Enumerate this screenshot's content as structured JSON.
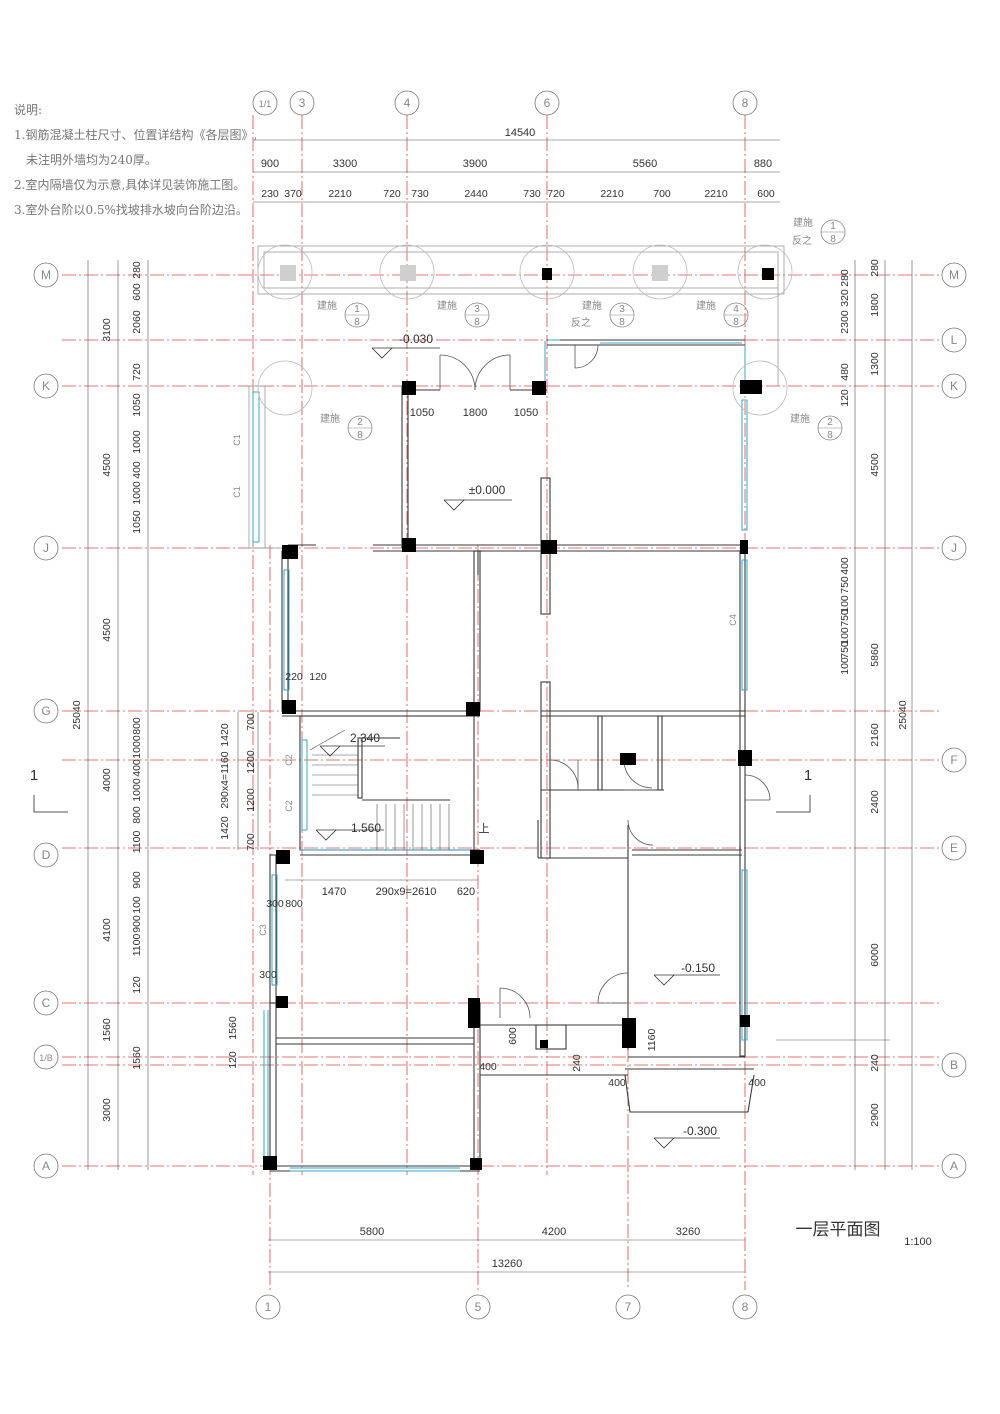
{
  "notes": {
    "title": "说明:",
    "lines": [
      "1.钢筋混凝土柱尺寸、位置详结构《各层图》,",
      "  未注明外墙均为240厚。",
      "2.室内隔墙仅为示意,具体详见装饰施工图。",
      "3.室外台阶以0.5%找坡排水坡向台阶边沿。"
    ]
  },
  "drawing": {
    "title": "一层平面图",
    "scale": "1:100"
  },
  "colors": {
    "axis": "#d94b4b",
    "wall": "#3a3a3a",
    "window": "#3aa7c9",
    "column": "#000000",
    "dim": "#555555"
  },
  "top_axes": [
    "1/1",
    "3",
    "4",
    "6",
    "8"
  ],
  "bottom_axes": [
    "1",
    "5",
    "7",
    "8"
  ],
  "side_axes": [
    "M",
    "L",
    "K",
    "J",
    "G",
    "F",
    "E",
    "D",
    "C",
    "1/B",
    "B",
    "A"
  ],
  "top_dims": {
    "total": "14540",
    "row1": [
      "900",
      "3300",
      "3900",
      "5560",
      "880"
    ],
    "row2": [
      "230",
      "370",
      "2210",
      "720",
      "730",
      "2440",
      "730",
      "720",
      "2210",
      "700",
      "2210",
      "600"
    ]
  },
  "bottom_dims": {
    "row1": [
      "5800",
      "4200",
      "3260"
    ],
    "total": "13260"
  },
  "left_dims": {
    "outer": [
      "3100",
      "4500",
      "4500",
      "4000",
      "4100",
      "1560",
      "3000"
    ],
    "inner": [
      "280",
      "600",
      "2060",
      "720",
      "1050",
      "1000",
      "400",
      "1000",
      "1050",
      "800",
      "1000",
      "400",
      "1000",
      "800",
      "1100",
      "900",
      "100",
      "900",
      "1100",
      "120",
      "1560"
    ],
    "total": "25040"
  },
  "right_dims": {
    "outer": [
      "280",
      "1800",
      "1300",
      "4500",
      "5860",
      "2160",
      "2400",
      "6000",
      "240",
      "2900"
    ],
    "inner": [
      "320",
      "280",
      "2300",
      "120",
      "480",
      "400",
      "750",
      "100",
      "750",
      "100",
      "750",
      "100"
    ],
    "total": "25040"
  },
  "levels": [
    "-0.030",
    "±0.000",
    "2.340",
    "1.560",
    "-0.150",
    "-0.300"
  ],
  "detail_labels": [
    "建施",
    "反之"
  ],
  "details": [
    {
      "num": "1",
      "sheet": "8"
    },
    {
      "num": "3",
      "sheet": "8"
    },
    {
      "num": "3",
      "sheet": "8"
    },
    {
      "num": "4",
      "sheet": "8"
    },
    {
      "num": "2",
      "sheet": "8"
    },
    {
      "num": "2",
      "sheet": "8"
    },
    {
      "num": "1",
      "sheet": "8"
    }
  ],
  "room_dims": {
    "door_row": [
      "1050",
      "1800",
      "1050"
    ],
    "stair": [
      "1470",
      "290x9=2610",
      "620"
    ],
    "stair_side": [
      "1420",
      "290x4=1160",
      "1420"
    ],
    "stair_side2": [
      "700",
      "1200",
      "1200",
      "700"
    ],
    "misc": [
      "220",
      "120",
      "300",
      "800",
      "300",
      "600",
      "400",
      "240",
      "400",
      "400",
      "1160",
      "120",
      "1560"
    ]
  },
  "window_tags": [
    "C1",
    "C1",
    "C2",
    "C2",
    "C3",
    "C4"
  ],
  "section_marks": [
    "1",
    "1"
  ],
  "stair_word": "上"
}
